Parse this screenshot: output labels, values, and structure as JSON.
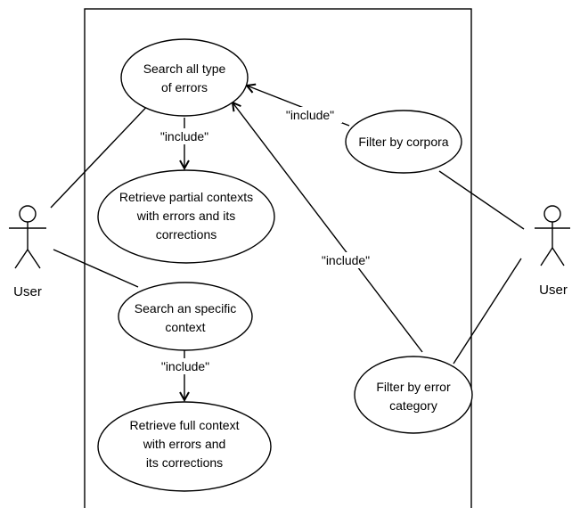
{
  "diagram": {
    "type": "use-case",
    "use_cases": [
      {
        "id": "search_all",
        "lines": [
          "Search all type",
          "of errors"
        ]
      },
      {
        "id": "retrieve_partial",
        "lines": [
          "Retrieve partial contexts",
          "with errors and its",
          "corrections"
        ]
      },
      {
        "id": "search_specific",
        "lines": [
          "Search an specific",
          "context"
        ]
      },
      {
        "id": "retrieve_full",
        "lines": [
          "Retrieve full context",
          "with errors and",
          "its corrections"
        ]
      },
      {
        "id": "filter_corpora",
        "lines": [
          "Filter by corpora"
        ]
      },
      {
        "id": "filter_error",
        "lines": [
          "Filter by error",
          "category"
        ]
      }
    ],
    "actors": [
      {
        "id": "user_left",
        "label": "User"
      },
      {
        "id": "user_right",
        "label": "User"
      }
    ],
    "relations": [
      {
        "id": "inc_search_all_partial",
        "from": "search_all",
        "to": "retrieve_partial",
        "label": "\"include\""
      },
      {
        "id": "inc_search_specific_full",
        "from": "search_specific",
        "to": "retrieve_full",
        "label": "\"include\""
      },
      {
        "id": "inc_corpora_search_all",
        "from": "filter_corpora",
        "to": "search_all",
        "label": "\"include\""
      },
      {
        "id": "inc_error_search_all",
        "from": "filter_error",
        "to": "search_all",
        "label": "\"include\""
      }
    ],
    "associations": [
      {
        "from": "user_left",
        "to": "search_all"
      },
      {
        "from": "user_left",
        "to": "search_specific"
      },
      {
        "from": "user_right",
        "to": "filter_corpora"
      },
      {
        "from": "user_right",
        "to": "filter_error"
      }
    ]
  }
}
